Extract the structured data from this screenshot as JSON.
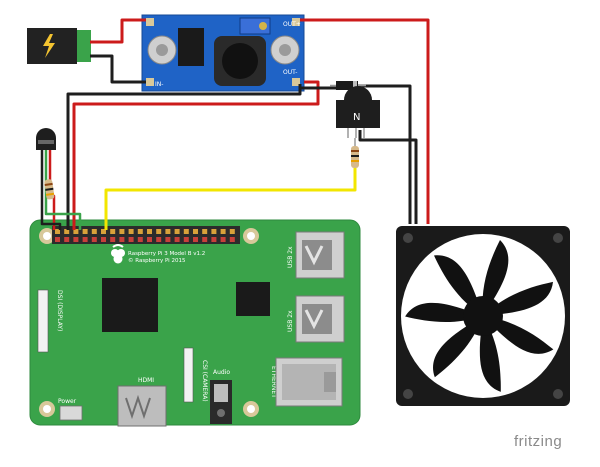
{
  "colors": {
    "wire_red": "#cc1b1b",
    "wire_black": "#1e1e1e",
    "wire_yellow": "#f2e600",
    "pcb_green": "#3aa34a",
    "module_blue": "#1f63c6",
    "fan_body": "#1a1a1a",
    "watermark": "#8a8a8a"
  },
  "dc_jack": {
    "icon": "dc-power-jack"
  },
  "buck_module": {
    "in_label": "IN-",
    "out_label": "OUT+",
    "out_minus_label": "OUT-"
  },
  "transistor": {
    "label": "N"
  },
  "sensor": {
    "icon": "temperature-sensor"
  },
  "pi": {
    "model_line1": "Raspberry Pi 3 Model B v1.2",
    "model_line2": "© Raspberry Pi 2015",
    "dsi_label": "DSI (DISPLAY)",
    "csi_label": "CSI (CAMERA)",
    "hdmi_label": "HDMI",
    "audio_label": "Audio",
    "power_label": "Power",
    "usb_label_1": "USB 2x",
    "usb_label_2": "USB 2x",
    "ethernet_label": "ETHERNET"
  },
  "fan": {
    "icon": "cooling-fan"
  },
  "watermark": "fritzing"
}
